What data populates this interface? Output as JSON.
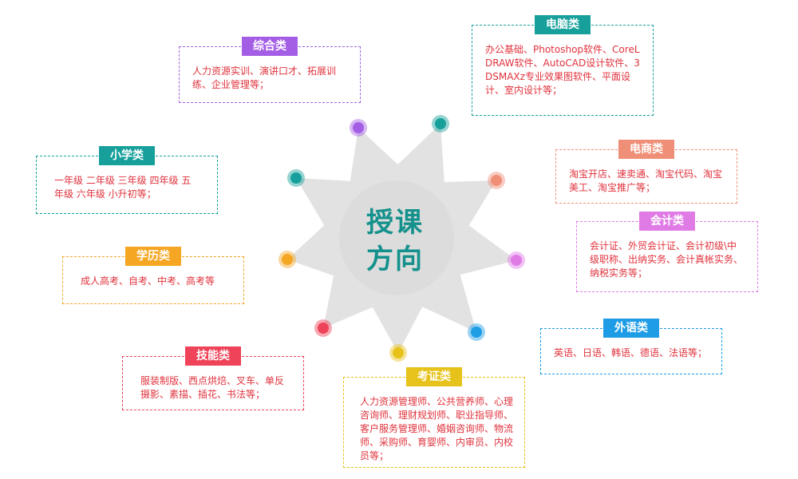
{
  "center": {
    "line1": "授课",
    "line2": "方向"
  },
  "categories": [
    {
      "id": "zonghe",
      "title": "综合类",
      "color": "#a45ee5",
      "text": "人力资源实训、演讲口才、拓展训练、企业管理等；"
    },
    {
      "id": "diannao",
      "title": "电脑类",
      "color": "#17a09b",
      "text": "办公基础、Photoshop软件、CoreLDRAW软件、AutoCAD设计软件、3DSMAXz专业效果图软件、平面设计、室内设计等；"
    },
    {
      "id": "xiaoxue",
      "title": "小学类",
      "color": "#17a09b",
      "text": "一年级 二年级 三年级 四年级 五年级 六年级 小升初等；"
    },
    {
      "id": "dianshang",
      "title": "电商类",
      "color": "#f08f77",
      "text": "淘宝开店、速卖通、淘宝代码、淘宝美工、淘宝推广等；"
    },
    {
      "id": "kuaiji",
      "title": "会计类",
      "color": "#e07be6",
      "text": "会计证、外贸会计证、会计初级\\中级职称、出纳实务、会计真帐实务、纳税实务等；"
    },
    {
      "id": "xueli",
      "title": "学历类",
      "color": "#f5a623",
      "text": "成人高考、自考、中考、高考等"
    },
    {
      "id": "waiyu",
      "title": "外语类",
      "color": "#1e9de6",
      "text": "英语、日语、韩语、德语、法语等；"
    },
    {
      "id": "jineng",
      "title": "技能类",
      "color": "#ee4358",
      "text": "服装制版、西点烘焙、叉车、单反摄影、素描、插花、书法等；"
    },
    {
      "id": "kaozheng",
      "title": "考证类",
      "color": "#e6c21a",
      "text": "人力资源管理师、公共营养师、心理咨询师、理财规划师、职业指导师、客户服务管理师、婚姻咨询师、物流师、采购师、育婴师、内审员、内校员等；"
    }
  ]
}
